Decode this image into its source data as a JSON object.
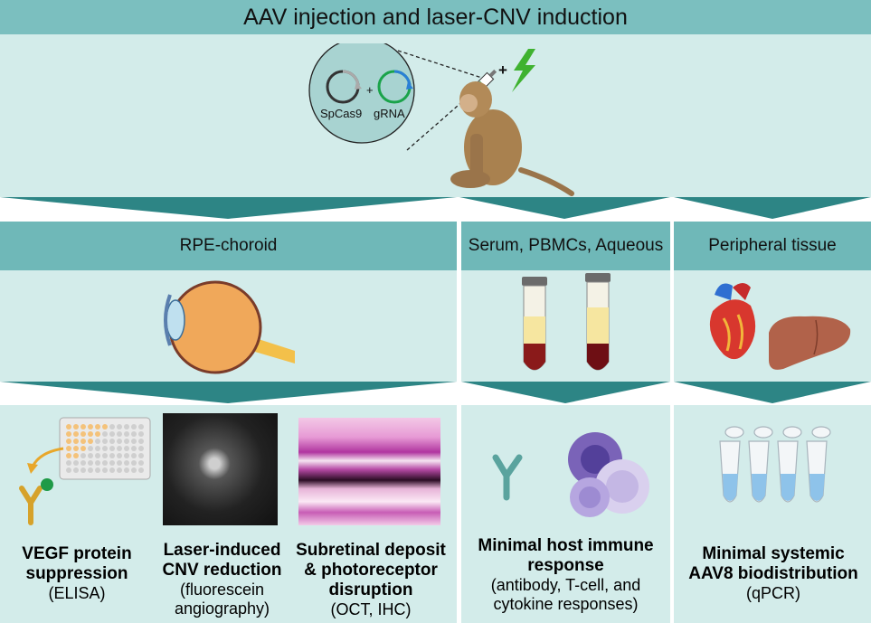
{
  "title": "AAV injection and laser-CNV induction",
  "vector": {
    "left_label": "SpCas9",
    "right_label": "gRNA",
    "plus": "+"
  },
  "injection_plus": "+",
  "columns": [
    {
      "header": "RPE-choroid",
      "findings": [
        {
          "title": "VEGF protein suppression",
          "method": "(ELISA)"
        },
        {
          "title": "Laser-induced CNV reduction",
          "method": "(fluorescein angiography)"
        },
        {
          "title": "Subretinal deposit & photoreceptor disruption",
          "method": "(OCT, IHC)"
        }
      ]
    },
    {
      "header": "Serum, PBMCs, Aqueous",
      "findings": [
        {
          "title": "Minimal host immune response",
          "method": "(antibody, T-cell, and cytokine responses)"
        }
      ]
    },
    {
      "header": "Peripheral tissue",
      "findings": [
        {
          "title": "Minimal systemic AAV8 biodistribution",
          "method": "(qPCR)"
        }
      ]
    }
  ],
  "colors": {
    "header_teal": "#6fb8b8",
    "panel_light": "#d3ecea",
    "arrow_teal": "#2d8585"
  },
  "icons": [
    "plasmid-icon",
    "syringe-icon",
    "lightning-icon",
    "monkey-icon",
    "eye-icon",
    "blood-tube-icon",
    "heart-icon",
    "liver-icon",
    "well-plate-icon",
    "antibody-icon",
    "angiography-image",
    "histology-image",
    "immune-cells-icon",
    "pcr-tubes-icon"
  ]
}
